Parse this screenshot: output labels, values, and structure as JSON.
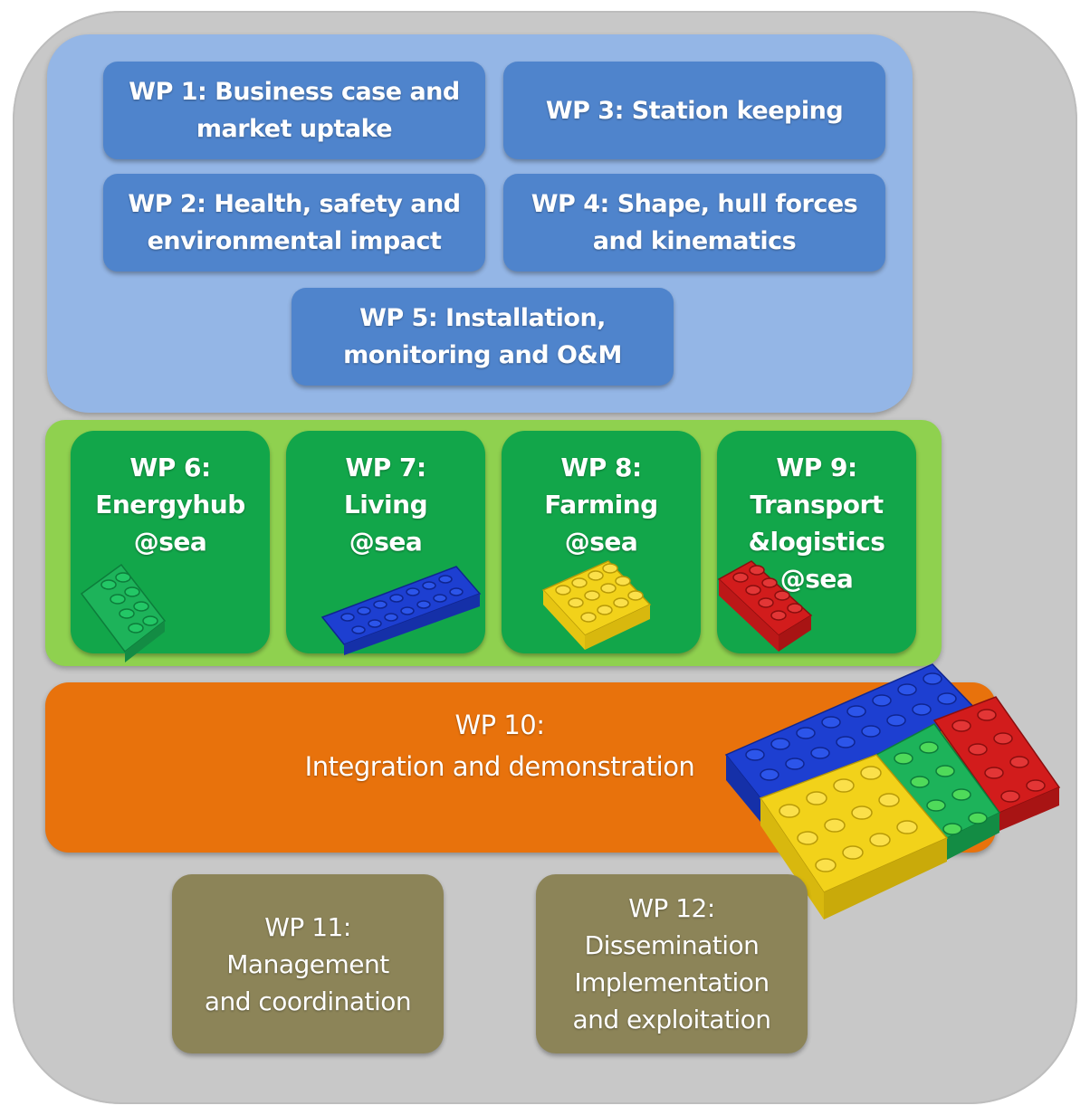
{
  "work_packages": {
    "wp1": {
      "line1": "WP 1: Business case and",
      "line2": "market uptake"
    },
    "wp3": {
      "line1": "WP 3: Station keeping"
    },
    "wp2": {
      "line1": "WP 2: Health, safety and",
      "line2": "environmental impact"
    },
    "wp4": {
      "line1": "WP 4: Shape, hull forces",
      "line2": "and kinematics"
    },
    "wp5": {
      "line1": "WP 5: Installation,",
      "line2": "monitoring and O&M"
    },
    "wp6": {
      "line1": "WP 6:",
      "line2": "Energyhub",
      "line3": "@sea"
    },
    "wp7": {
      "line1": "WP 7:",
      "line2": "Living",
      "line3": "@sea"
    },
    "wp8": {
      "line1": "WP 8:",
      "line2": "Farming",
      "line3": "@sea"
    },
    "wp9": {
      "line1": "WP 9:",
      "line2": "Transport",
      "line3": "&logistics",
      "line4": "@sea"
    },
    "wp10": {
      "line1": "WP 10:",
      "line2": "Integration and demonstration"
    },
    "wp11": {
      "line1": "WP 11:",
      "line2": "Management",
      "line3": "and coordination"
    },
    "wp12": {
      "line1": "WP 12:",
      "line2": "Dissemination",
      "line3": "Implementation",
      "line4": "and exploitation"
    }
  },
  "colors": {
    "outer_frame": "#c8c8c8",
    "research_panel": "#94b6e6",
    "research_box": "#4f84cc",
    "application_panel": "#8fd14f",
    "application_box": "#12a64a",
    "integration_box": "#e8720c",
    "support_box": "#8c8458",
    "brick_green": "#1db35a",
    "brick_blue": "#1d3fd1",
    "brick_yellow": "#f2d21a",
    "brick_red": "#d21c1c"
  },
  "icons": [
    "green-brick-icon",
    "blue-brick-icon",
    "yellow-brick-icon",
    "red-brick-icon",
    "assembled-bricks-icon"
  ]
}
